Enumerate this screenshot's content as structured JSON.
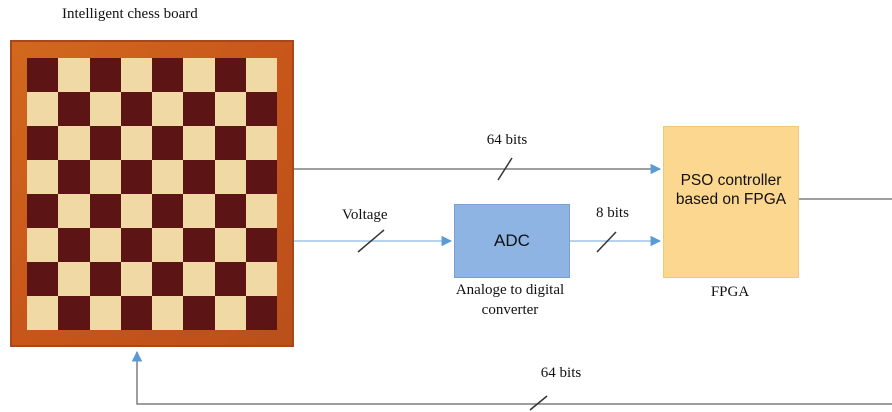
{
  "board": {
    "title": "Intelligent chess board"
  },
  "adc": {
    "label": "ADC",
    "caption_line1": "Analoge to digital",
    "caption_line2": "converter"
  },
  "fpga": {
    "label_line1": "PSO controller",
    "label_line2": "based on FPGA",
    "caption": "FPGA"
  },
  "signals": {
    "top_bus": "64 bits",
    "voltage": "Voltage",
    "adc_bus": "8 bits",
    "feedback_bus": "64 bits"
  },
  "colors": {
    "board_frame": "#c8561a",
    "dark_square": "#5c1414",
    "light_square": "#f1d9a6",
    "adc_fill": "#8eb4e3",
    "fpga_fill": "#fcd790",
    "arrow_blue": "#5b9bd5",
    "wire_gray": "#7f7f7f"
  }
}
